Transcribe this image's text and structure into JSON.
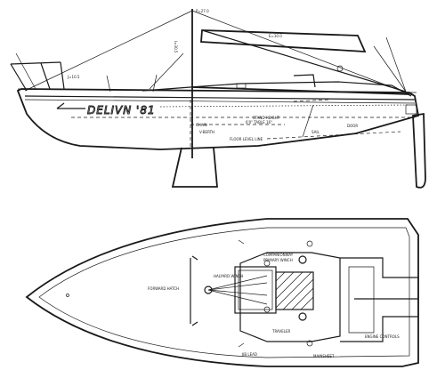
{
  "drawing": {
    "hull_name": "DELIVN '81",
    "profile_labels": {
      "p_dimension": "P=27.0",
      "e_dimension": "E=10.0",
      "i_dimension": "I=30.5",
      "j_dimension": "J=10.5",
      "interior_note_1": "STAND HEIGHT",
      "interior_note_2": "6'0\" TABLE 16\"",
      "interior_note_3": "CHAIN",
      "interior_note_4": "SAIL",
      "interior_note_5": "FLOOR LEVEL LINE",
      "interior_note_6": "V-BERTH",
      "interior_note_7": "DOOR"
    },
    "deck_labels": {
      "companionway": "COMPANIONWAY",
      "primary_winch": "PRIMARY WINCH",
      "halyard_winch": "HALYARD WINCH",
      "forward_hatch": "FORWARD HATCH",
      "traveler": "TRAVELER",
      "mainsheet": "MAINSHEET",
      "engine_controls": "ENGINE CONTROLS",
      "jib_lead": "JIB LEAD"
    }
  }
}
